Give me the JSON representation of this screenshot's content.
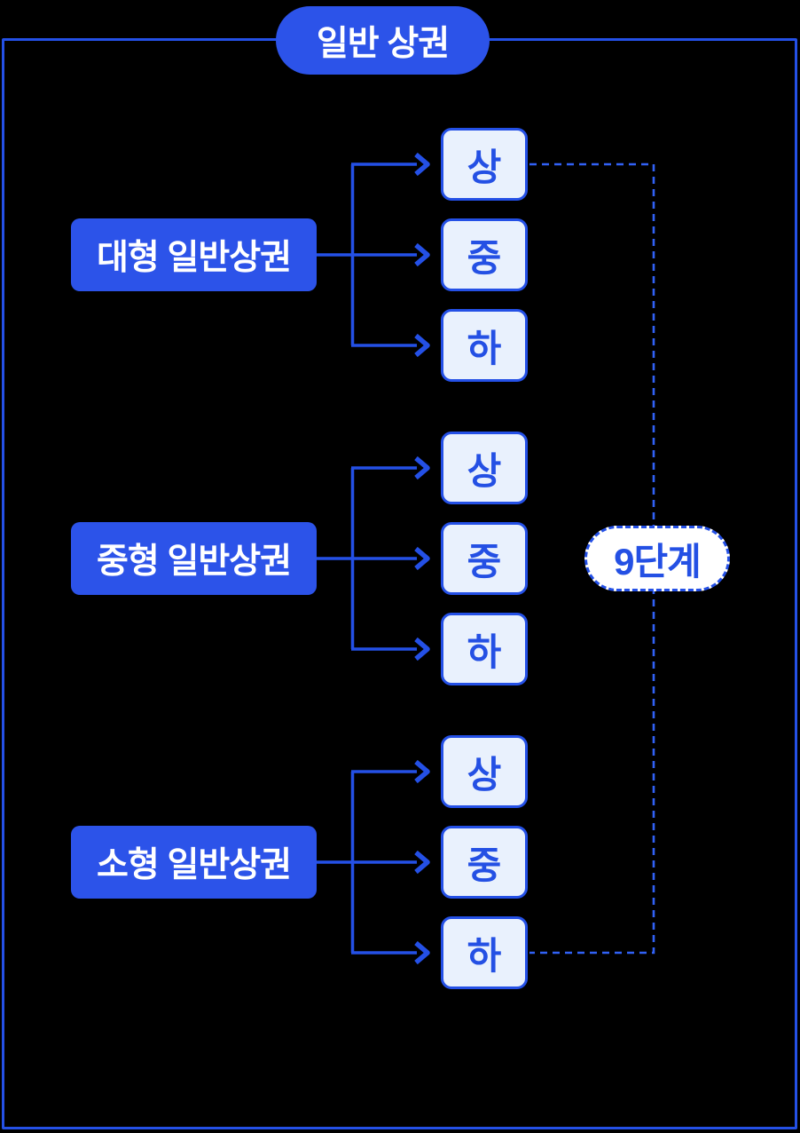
{
  "diagram": {
    "title": "일반 상권",
    "badge": "9단계",
    "groups": [
      {
        "label": "대형 일반상권",
        "levels": [
          "상",
          "중",
          "하"
        ]
      },
      {
        "label": "중형 일반상권",
        "levels": [
          "상",
          "중",
          "하"
        ]
      },
      {
        "label": "소형 일반상권",
        "levels": [
          "상",
          "중",
          "하"
        ]
      }
    ],
    "colors": {
      "background": "#000000",
      "primary": "#2C53E9",
      "line": "#2450E6",
      "light_fill": "#E9F1FD",
      "level_text": "#2450E4",
      "dashed_line": "#3161F5",
      "text_on_primary": "#FFFFFF"
    }
  }
}
